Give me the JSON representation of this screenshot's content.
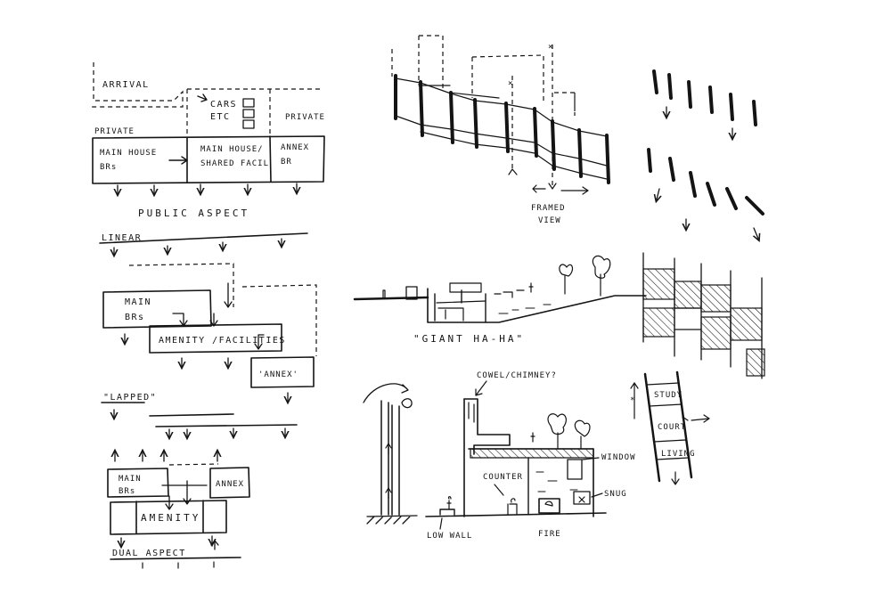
{
  "colors": {
    "ink": "#141414",
    "paper": "#ffffff"
  },
  "diagram1": {
    "arrival": "ARRIVAL",
    "cars_line1": "CARS",
    "cars_line2": "ETC",
    "private_left": "PRIVATE",
    "private_right": "PRIVATE",
    "main_house_line1": "MAIN HOUSE",
    "main_house_line2": "BRs",
    "shared_line1": "MAIN HOUSE/",
    "shared_line2": "SHARED FACIL",
    "annex_line1": "ANNEX",
    "annex_line2": "BR",
    "public_aspect": "PUBLIC   ASPECT"
  },
  "diagram2": {
    "linear": "LINEAR",
    "main_line1": "MAIN",
    "main_line2": "BRs",
    "amenity": "AMENITY /FACILITIES",
    "annex": "'ANNEX'"
  },
  "diagram3": {
    "lapped": "\"LAPPED\"",
    "main_line1": "MAIN",
    "main_line2": "BRs",
    "annex": "ANNEX",
    "amenity": "AMENITY",
    "dual_aspect": "DUAL ASPECT"
  },
  "plan": {
    "framed_line1": "FRAMED",
    "framed_line2": "VIEW"
  },
  "section": {
    "caption": "\"GIANT HA-HA\""
  },
  "elevation": {
    "cowel": "COWEL/CHIMNEY?",
    "window": "WINDOW",
    "counter": "COUNTER",
    "snug": "SNUG",
    "low_wall": "LOW WALL",
    "fire": "FIRE"
  },
  "strip": {
    "study": "STUDY",
    "court": "COURT",
    "living": "LIVING"
  }
}
